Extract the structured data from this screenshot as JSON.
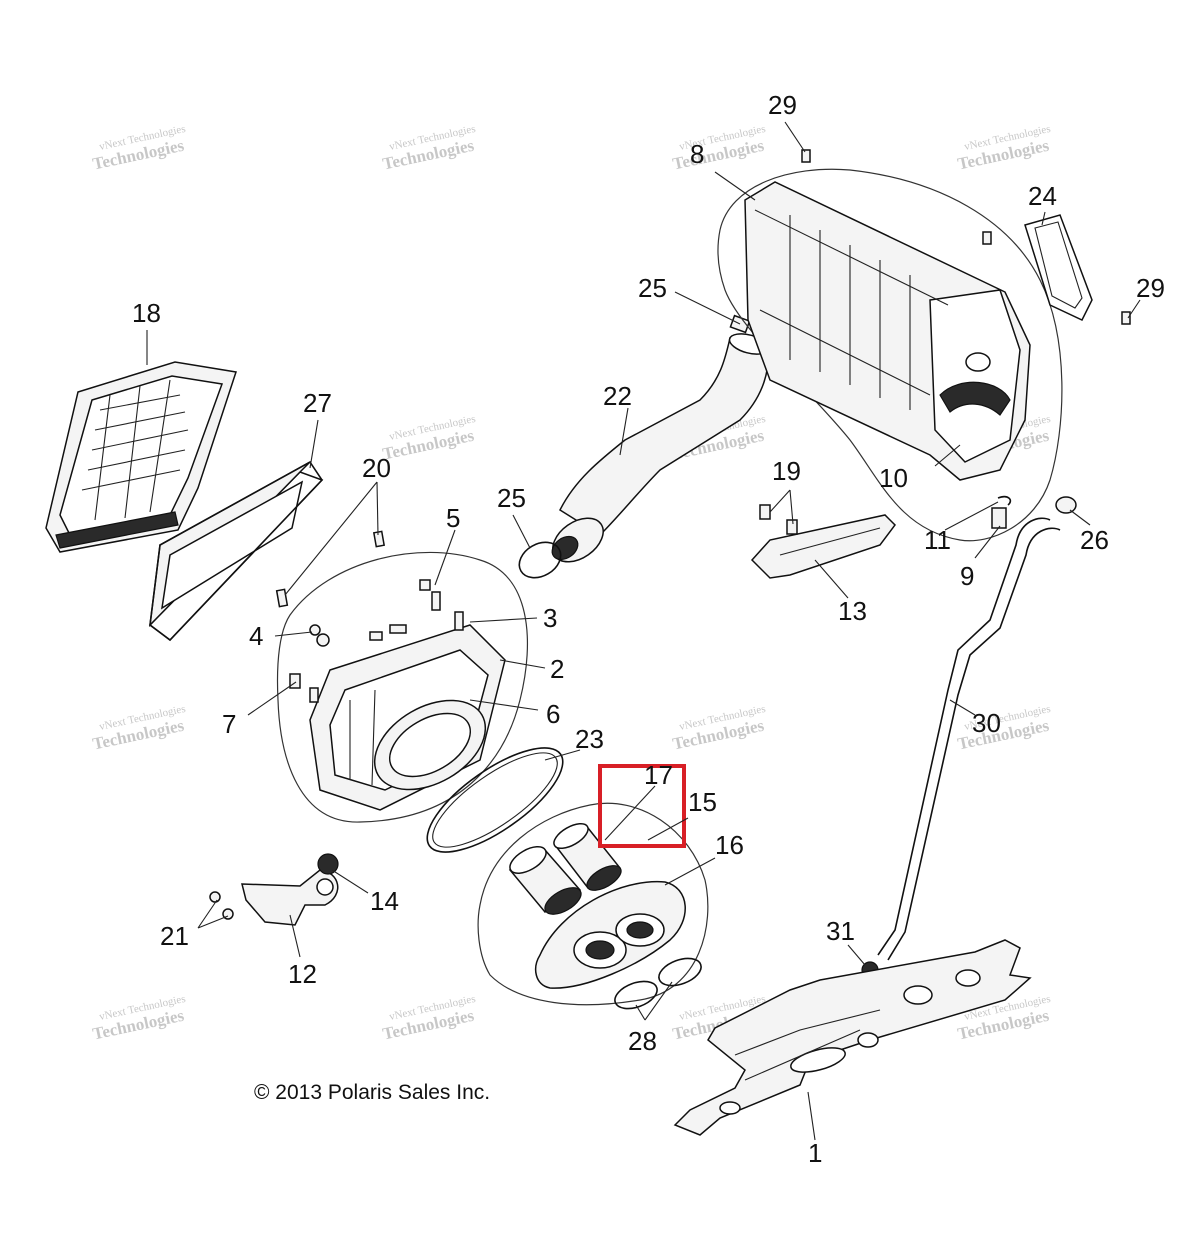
{
  "copyright": "© 2013 Polaris Sales Inc.",
  "watermark": {
    "line1": "vNext Technologies",
    "line2": "Technologies"
  },
  "callouts": {
    "c1": "1",
    "c2": "2",
    "c3": "3",
    "c4": "4",
    "c5": "5",
    "c6": "6",
    "c7": "7",
    "c8": "8",
    "c9": "9",
    "c10": "10",
    "c11": "11",
    "c12": "12",
    "c13": "13",
    "c14": "14",
    "c15": "15",
    "c16": "16",
    "c17": "17",
    "c18": "18",
    "c19": "19",
    "c20": "20",
    "c21": "21",
    "c22": "22",
    "c23": "23",
    "c24": "24",
    "c25a": "25",
    "c25b": "25",
    "c26": "26",
    "c27": "27",
    "c28": "28",
    "c29a": "29",
    "c29b": "29",
    "c30": "30",
    "c31": "31"
  },
  "highlight_color": "#d81f26"
}
